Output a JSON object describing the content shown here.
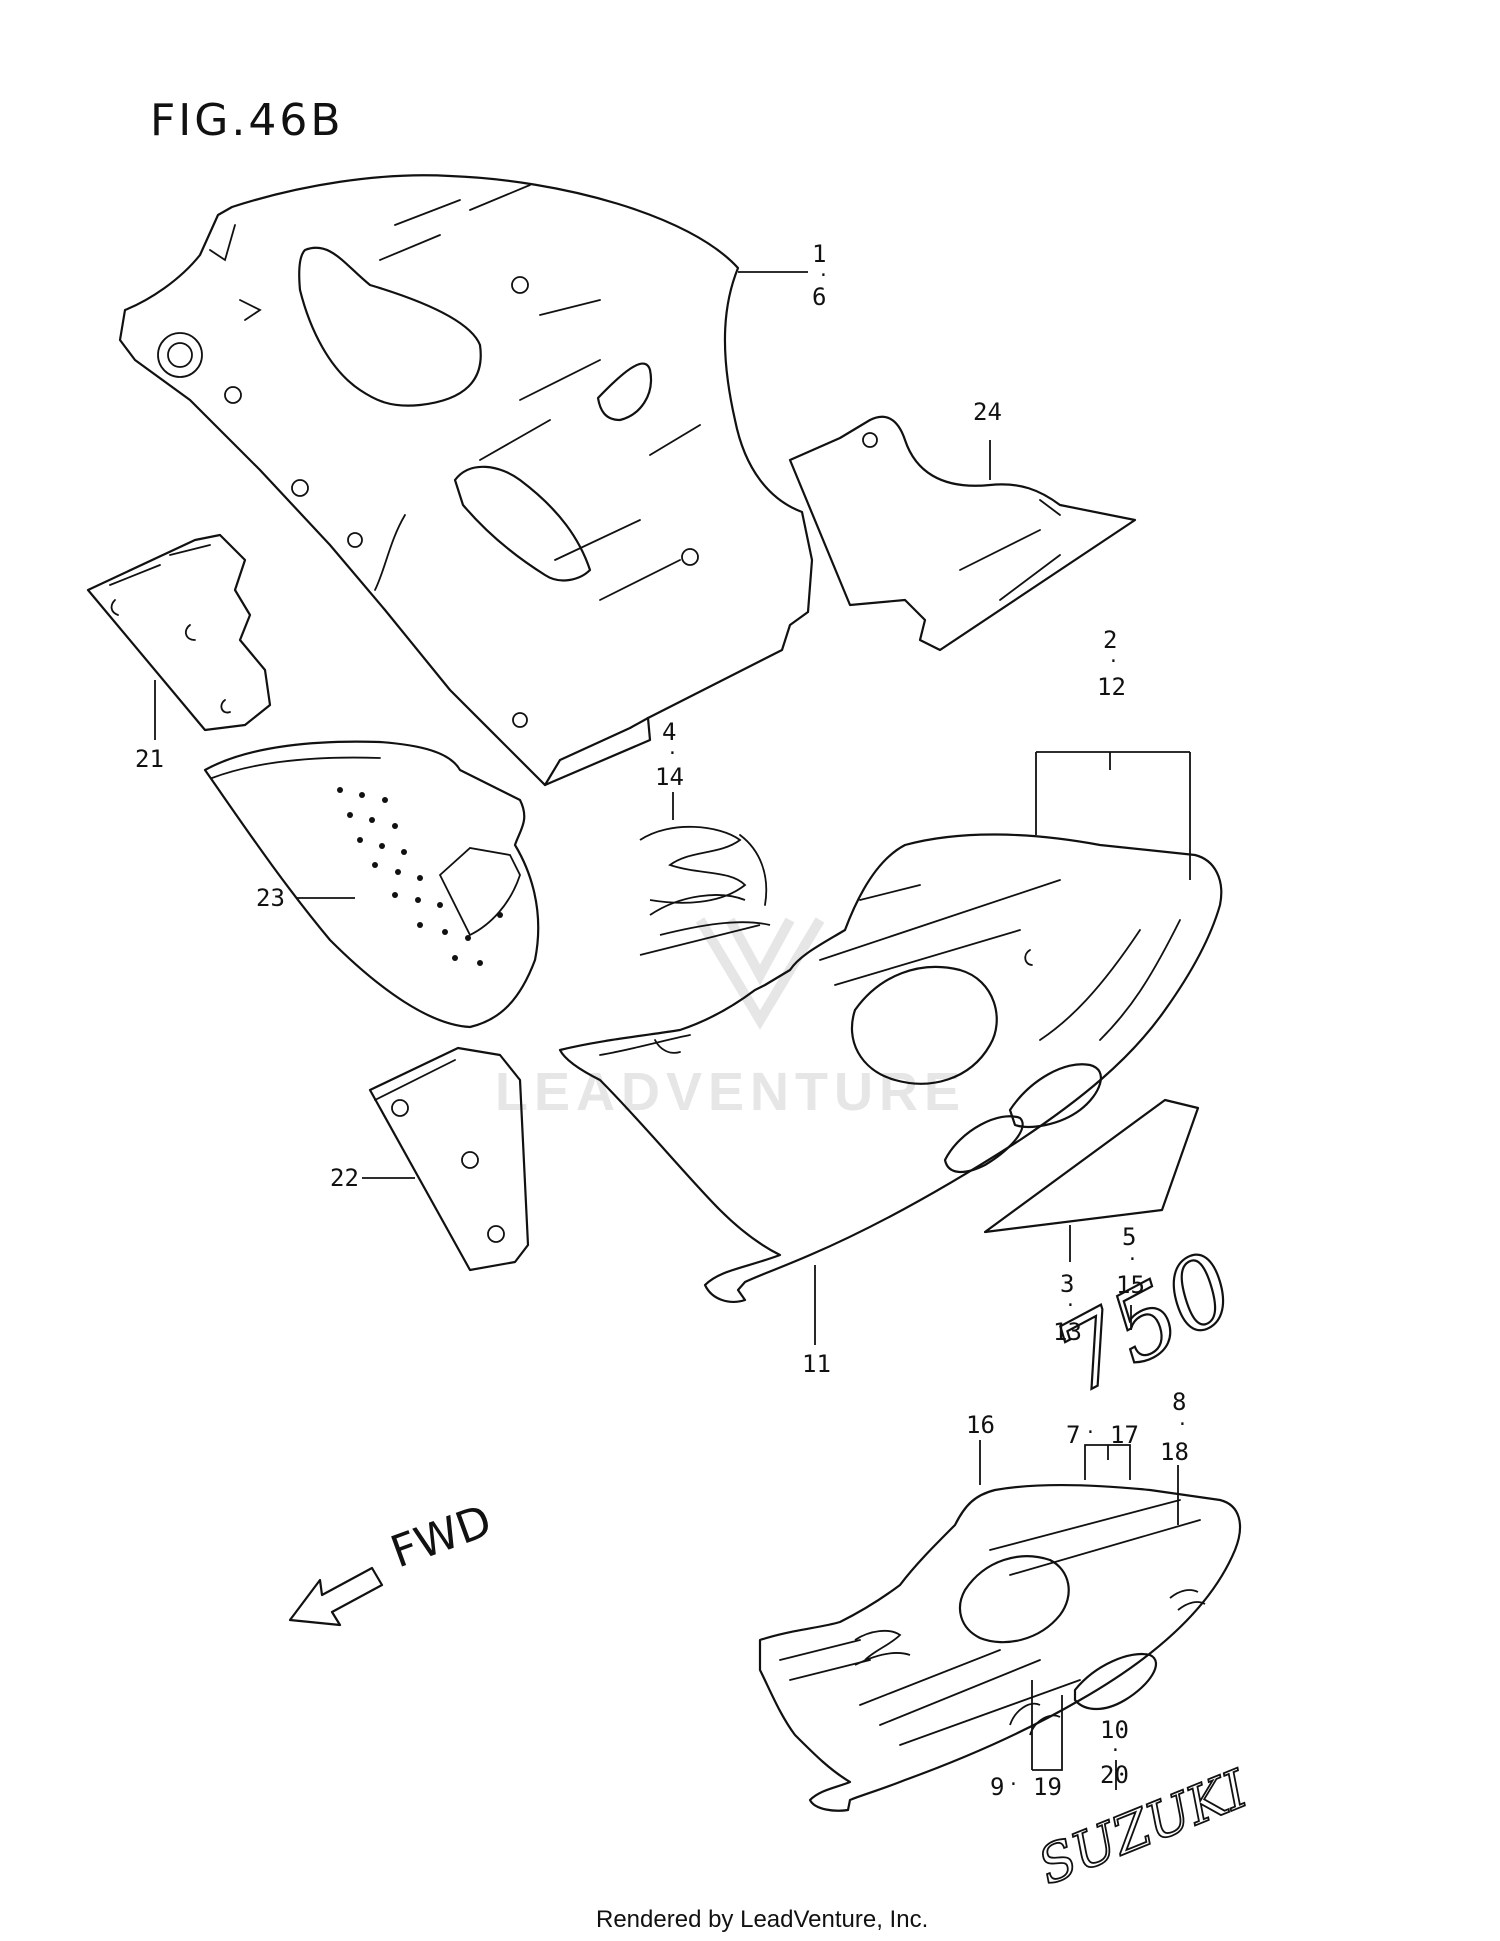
{
  "figure": {
    "title": "FIG.46B",
    "direction_label": "FWD",
    "watermark": "LEADVENTURE",
    "footer": "Rendered by LeadVenture, Inc."
  },
  "decals": {
    "model_number": "750",
    "brand": "SUZUKI"
  },
  "callouts": {
    "c1_6": {
      "a": "1",
      "b": "6"
    },
    "c24": "24",
    "c2_12": {
      "a": "2",
      "b": "12"
    },
    "c21": "21",
    "c4_14": {
      "a": "4",
      "b": "14"
    },
    "c23": "23",
    "c22": "22",
    "c11": "11",
    "c3_13": {
      "a": "3",
      "b": "13"
    },
    "c5_15": {
      "a": "5",
      "b": "15"
    },
    "c16": "16",
    "c7_17": {
      "a": "7",
      "b": "17"
    },
    "c8_18": {
      "a": "8",
      "b": "18"
    },
    "c10_20": {
      "a": "10",
      "b": "20"
    },
    "c9_19": {
      "a": "9",
      "b": "19"
    }
  }
}
